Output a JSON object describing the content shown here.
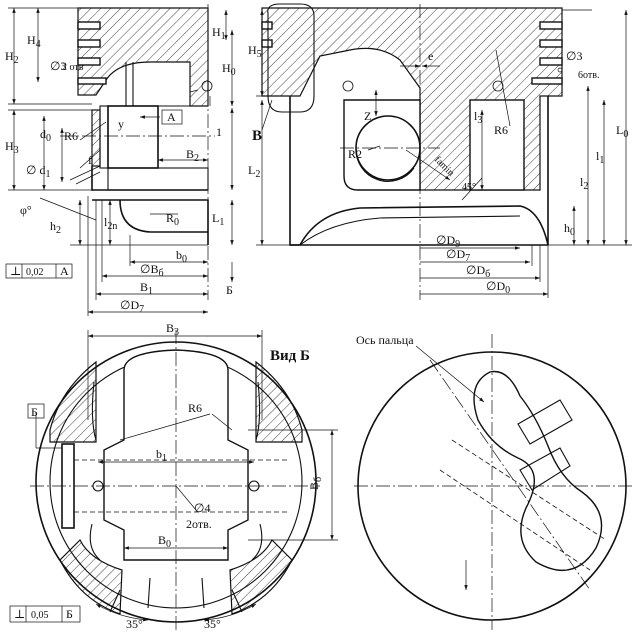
{
  "labels": {
    "H2": "H",
    "H2s": "2",
    "H4": "H",
    "H4s": "4",
    "H3": "H",
    "H3s": "3",
    "H1": "H",
    "H1s": "1",
    "H0": "H",
    "H0s": "0",
    "H5": "H",
    "H5s": "5",
    "d3_left": "∅3",
    "otv2": "2 отв",
    "d3_right": "∅3",
    "otv6": "6отв.",
    "R6_left": "R6",
    "d0": "d",
    "d0s": "0",
    "d1": "∅ d",
    "d1s": "1",
    "y": "y",
    "f": "f",
    "A_box": "A",
    "one": "1",
    "B2": "B",
    "B2s": "2",
    "phi": "φ°",
    "h2": "h",
    "h2s": "2",
    "l2n": "l",
    "l2ns": "2n",
    "R0": "R",
    "R0s": "0",
    "L1": "L",
    "L1s": "1",
    "b0": "b",
    "b0s": "0",
    "B6": "∅B",
    "B6s": "б",
    "B1": "B",
    "B1s": "1",
    "D7_left": "∅D",
    "D7_lefts": "7",
    "perp_left": "⊥",
    "tol_left": "0,02",
    "datum_A": "A",
    "B_mark_top": "Б",
    "B_view": "B",
    "L2": "L",
    "L2s": "2",
    "e": "e",
    "Z": "Z",
    "R2": "R2",
    "fasim": "fa­min",
    "angle45": "45°",
    "l3": "l",
    "l3s": "3",
    "R6_right": "R6",
    "l2": "l",
    "l2s": "2",
    "l1": "l",
    "l1s": "1",
    "L0": "L",
    "L0s": "0",
    "h0": "h",
    "h0s": "0",
    "D9": "∅D",
    "D9s": "9",
    "D7_right": "∅D",
    "D7_rights": "7",
    "D6": "∅D",
    "D6s": "б",
    "D0": "∅D",
    "D0s": "0",
    "B3": "B",
    "B3s": "3",
    "vid_B": "Вид Б",
    "R6_bottom": "R6",
    "b1": "b",
    "b1s": "1",
    "B6_bottom": "B",
    "B6_bottoms": "б",
    "d4": "∅4",
    "otv2_bottom": "2отв.",
    "B0": "B",
    "B0s": "0",
    "angle35_left": "35°",
    "angle35_right": "35°",
    "B_flag": "Б",
    "perp_bottom": "⊥",
    "tol_bottom": "0,05",
    "datum_B": "Б",
    "pin_axis": "Ось пальца"
  }
}
